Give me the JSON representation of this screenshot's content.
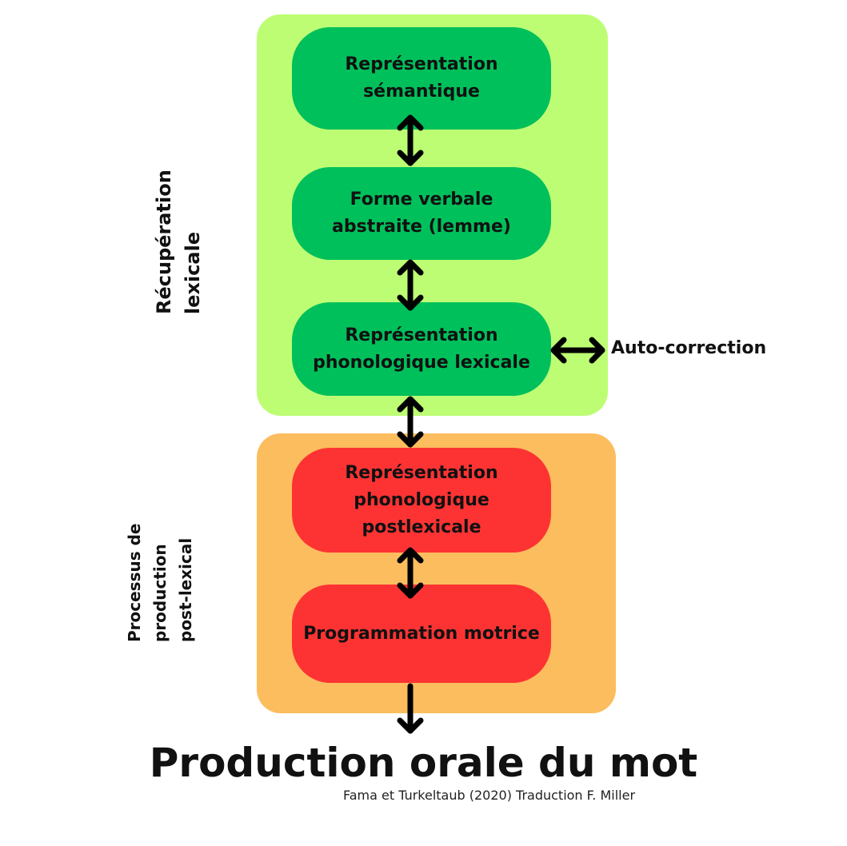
{
  "nodes": {
    "semantic": "Représentation\nsémantique",
    "lemma": "Forme verbale\nabstraite (lemme)",
    "phon_lexical": "Représentation\nphonologique lexicale",
    "phon_postlexical": "Représentation\nphonologique\npostlexicale",
    "motor": "Programmation motrice"
  },
  "groups": {
    "lexical_retrieval": "Récupération\nlexicale",
    "post_lexical": "Processus de\nproduction\npost-lexical"
  },
  "side_output": "Auto-correction",
  "output": "Production orale du mot",
  "credit": "Fama et Turkeltaub (2020) Traduction F. Miller",
  "colors": {
    "lexical_panel": "#bdfd74",
    "post_panel": "#fcbd5e",
    "lexical_node": "#00c05b",
    "post_node": "#fd3333",
    "arrow": "#000000"
  }
}
